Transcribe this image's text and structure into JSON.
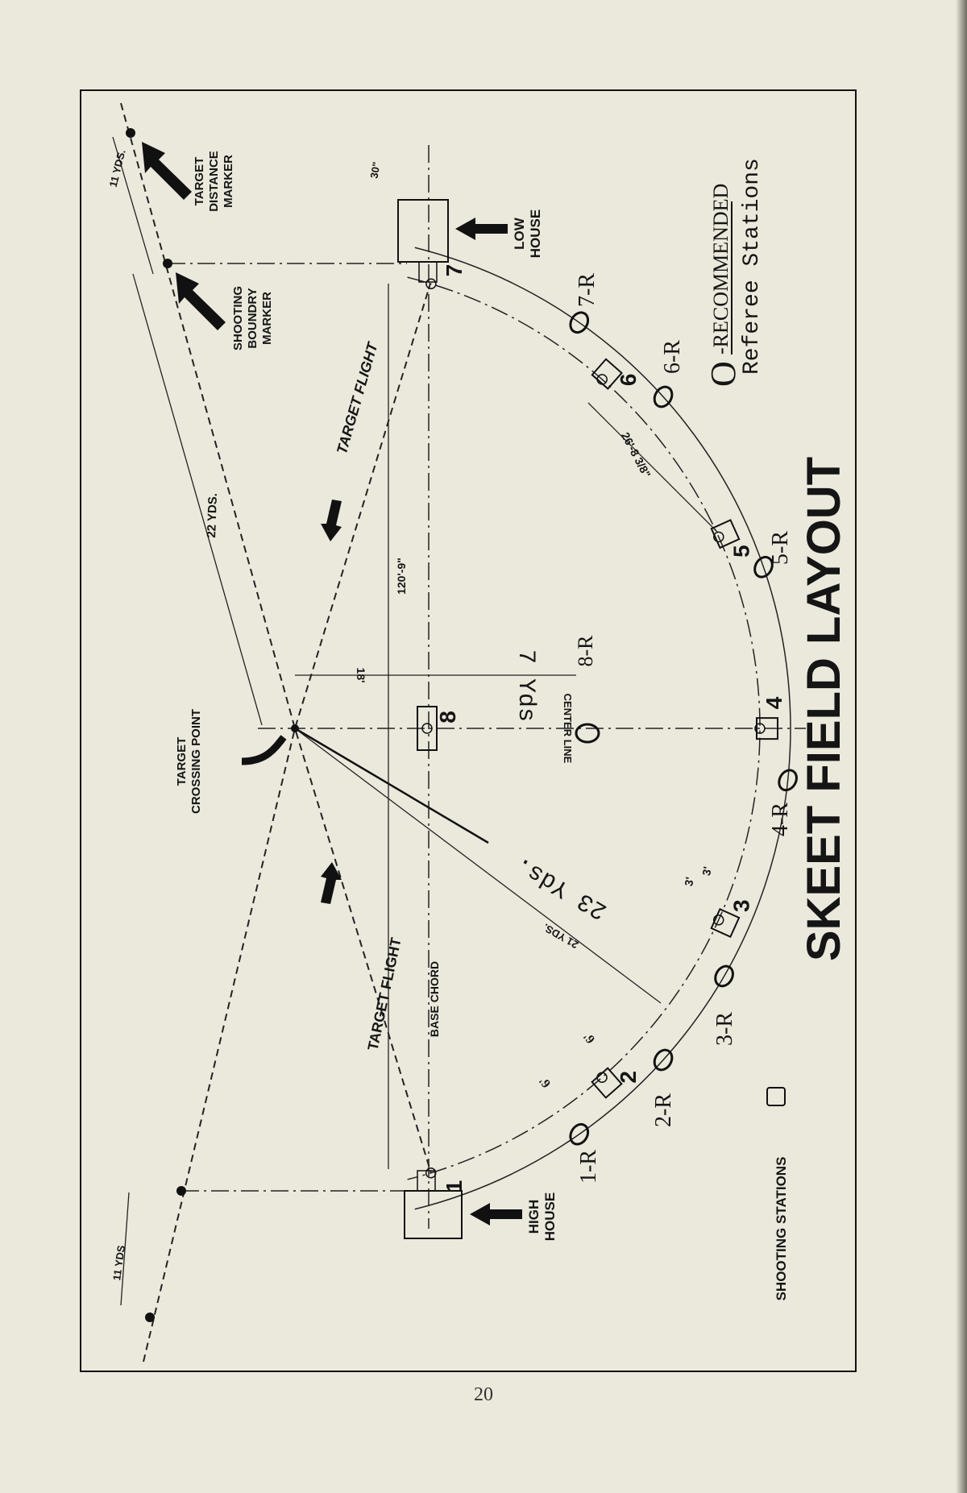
{
  "title": "SKEET FIELD LAYOUT",
  "page_number": "20",
  "legend": {
    "referee_symbol": "O",
    "referee_line1": "-RECOMMENDED",
    "referee_line2": "Referee Stations",
    "shooting_stations": "SHOOTING STATIONS"
  },
  "labels": {
    "target_distance_marker": [
      "TARGET",
      "DISTANCE",
      "MARKER"
    ],
    "shooting_boundary_marker": [
      "SHOOTING",
      "BOUNDRY",
      "MARKER"
    ],
    "target_crossing_point": [
      "TARGET",
      "CROSSING POINT"
    ],
    "low_house": [
      "LOW",
      "HOUSE"
    ],
    "high_house": [
      "HIGH",
      "HOUSE"
    ],
    "target_flight": "TARGET FLIGHT",
    "base_chord": "BASE CHORD",
    "center_line": "CENTER LINE"
  },
  "dimensions": {
    "yds_11_top": "11 YDS.",
    "yds_11_bottom": "11 YDS",
    "yds_22": "22 YDS.",
    "base_120": "120'-9\"",
    "house_30": "30\"",
    "station_spacing": "26'-8 3/8\"",
    "center_18": "18'",
    "yds_7": "7 Yds",
    "yds_23": "23 Yds.",
    "yds_21": "21 YDS.",
    "ft_3": "3'",
    "ft_6": "6'"
  },
  "stations": [
    "1",
    "2",
    "3",
    "4",
    "5",
    "6",
    "7",
    "8"
  ],
  "referee_stations": [
    "1-R",
    "2-R",
    "3-R",
    "4-R",
    "5-R",
    "6-R",
    "7-R",
    "8-R"
  ]
}
